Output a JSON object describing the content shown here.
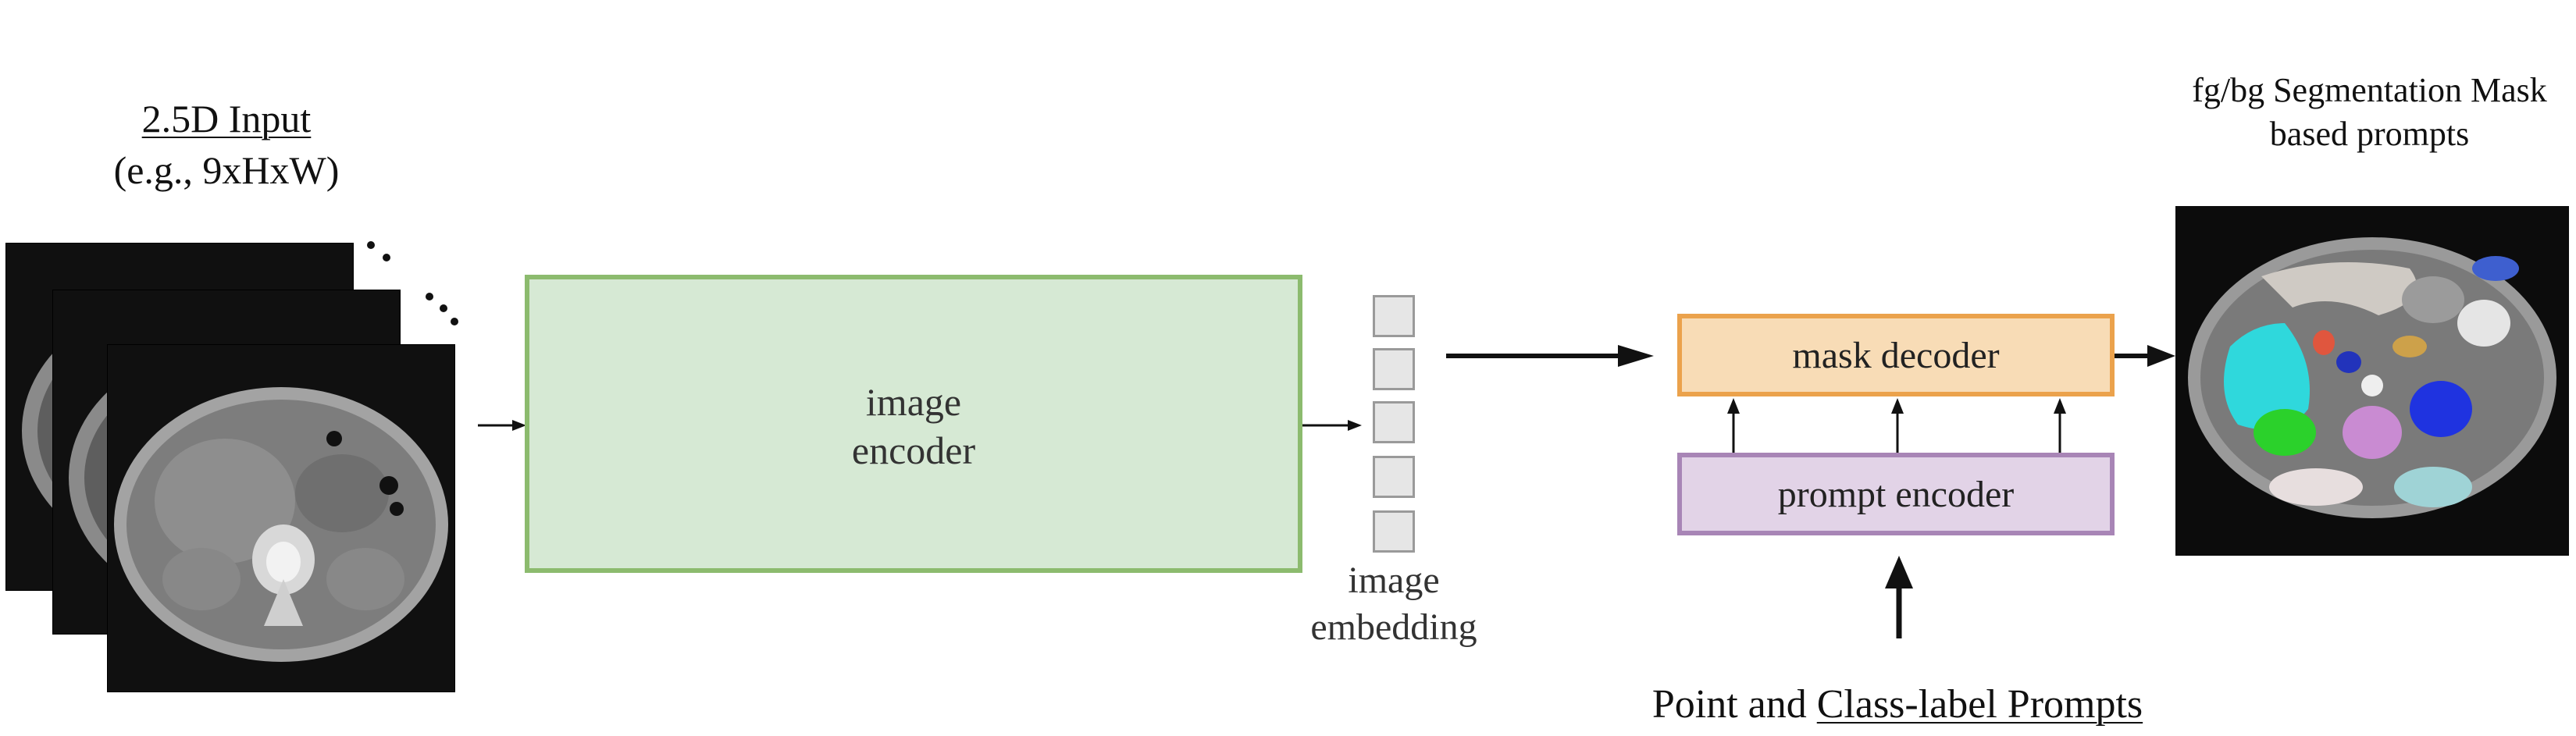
{
  "input": {
    "title": "2.5D Input",
    "subtitle": "(e.g., 9xHxW)"
  },
  "encoder": {
    "line1": "image",
    "line2": "encoder"
  },
  "embedding": {
    "line1": "image",
    "line2": "embedding"
  },
  "decoder": {
    "label": "mask decoder"
  },
  "prompt_encoder": {
    "label": "prompt encoder"
  },
  "prompts": {
    "prefix": "Point and ",
    "underlined": "Class-label Prompts"
  },
  "output": {
    "line1": "fg/bg Segmentation Mask",
    "line2": "based prompts"
  },
  "colors": {
    "encoder_fill": "#d6e9d4",
    "encoder_border": "#8cbb6e",
    "decoder_fill": "#f8dcb6",
    "decoder_border": "#eba24c",
    "prompt_fill": "#e2d3e7",
    "prompt_border": "#a885b6"
  }
}
